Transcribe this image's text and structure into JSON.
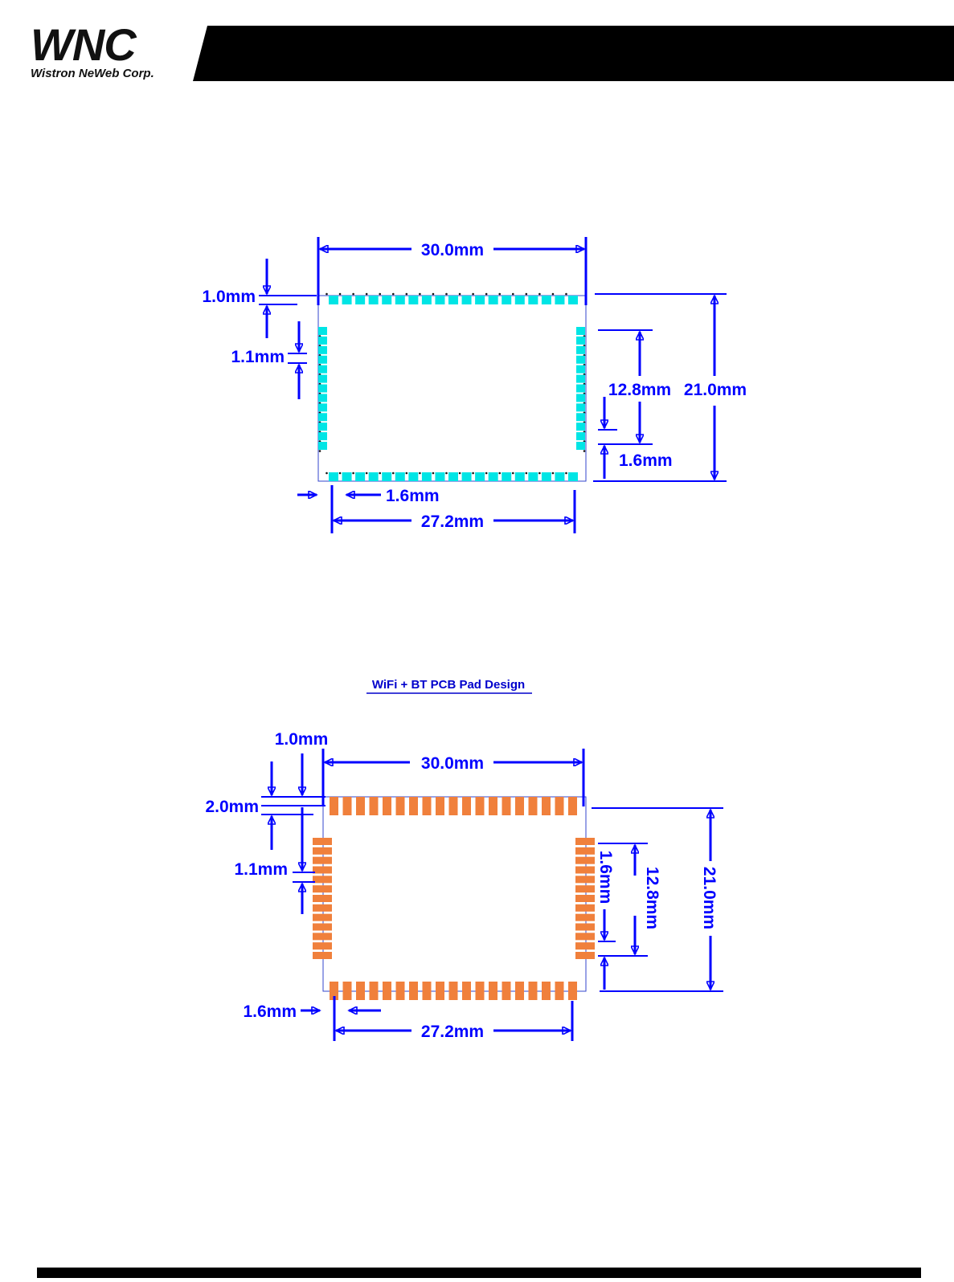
{
  "header": {
    "logo_text": "WNC",
    "logo_subtitle": "Wistron NeWeb Corp."
  },
  "diagram_top": {
    "width_label": "30.0mm",
    "height_label": "21.0mm",
    "top_offset_label": "1.0mm",
    "pitch_label": "1.1mm",
    "side_span_label": "12.8mm",
    "side_offset_label": "1.6mm",
    "bottom_offset_label": "1.6mm",
    "bottom_span_label": "27.2mm",
    "pad_color": "#00e5e5"
  },
  "diagram_bottom": {
    "caption": "WiFi + BT PCB Pad Design",
    "width_label": "30.0mm",
    "height_label": "21.0mm",
    "top_offset_label": "1.0mm",
    "pad_length_label": "2.0mm",
    "pitch_label": "1.1mm",
    "side_span_label": "12.8mm",
    "side_offset_label": "1.6mm",
    "bottom_offset_label": "1.6mm",
    "bottom_span_label": "27.2mm",
    "pad_color": "#f0803c"
  },
  "colors": {
    "dimension": "#0000ff",
    "header_bar": "#000000"
  }
}
